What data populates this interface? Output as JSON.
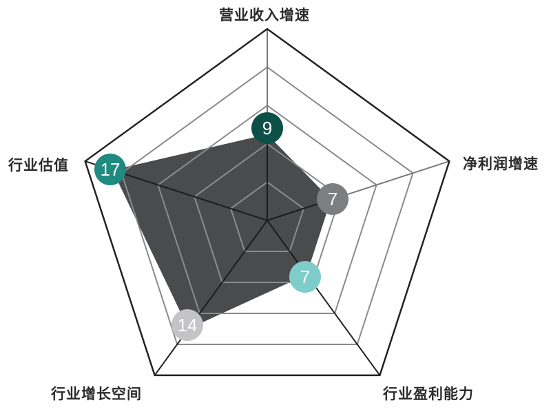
{
  "chart_data": {
    "type": "radar",
    "title": "",
    "axes": [
      "营业收入增速",
      "净利润增速",
      "行业盈利能力",
      "行业增长空间",
      "行业估值"
    ],
    "values": [
      9,
      7,
      7,
      14,
      17
    ],
    "range": [
      0,
      20
    ],
    "rings": 5,
    "grid": true,
    "series": [
      {
        "name": "score",
        "values": [
          9,
          7,
          7,
          14,
          17
        ],
        "fill": "#4a4b4d"
      }
    ],
    "point_colors": [
      "#0d5048",
      "#7d7e80",
      "#7ecdcb",
      "#c4c4c6",
      "#1e8a80"
    ]
  },
  "labels": {
    "top": "营业收入增速",
    "right": "净利润增速",
    "bottom_right": "行业盈利能力",
    "bottom_left": "行业增长空间",
    "left": "行业估值"
  },
  "points": {
    "revenue_growth": "9",
    "profit_growth": "7",
    "profitability": "7",
    "growth_space": "14",
    "valuation": "17"
  },
  "colors": {
    "polygon_fill": "#4a4b4d",
    "outer_ring": "#222222",
    "inner_ring": "#8a8a8a",
    "spoke": "#222222"
  }
}
